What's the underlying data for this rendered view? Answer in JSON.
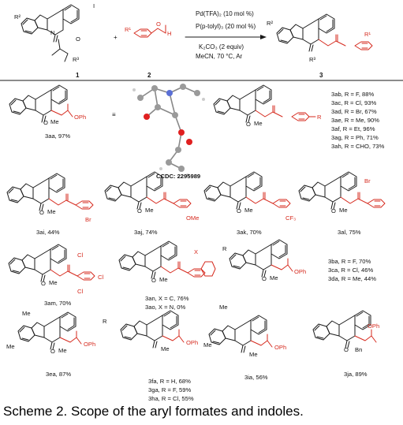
{
  "scheme": {
    "numbers": {
      "c1": "1",
      "c2": "2",
      "c3": "3"
    },
    "conditions": [
      "Pd(TFA)₂ (10 mol %)",
      "P(p-tolyl)₃ (20 mol %)",
      "K₂CO₃ (2 equiv)",
      "MeCN, 70 °C, Ar"
    ],
    "plus": "+",
    "r1_reagent": "R¹",
    "r2_reagent": "R²",
    "r3_reagent": "R³",
    "iodo": "I",
    "n_atom": "N",
    "o_atom": "O",
    "h_atom": "H"
  },
  "products": [
    {
      "id": "3aa",
      "yield": "97%",
      "label": "3aa, 97%"
    },
    {
      "id": "3ai",
      "label": "3ai, 44%",
      "substituent": "Br"
    },
    {
      "id": "3aj",
      "label": "3aj, 74%",
      "substituent": "OMe"
    },
    {
      "id": "3ak",
      "label": "3ak, 70%",
      "substituent": "CF₃"
    },
    {
      "id": "3al",
      "label": "3al, 75%",
      "substituent": "Br"
    },
    {
      "id": "3am",
      "label": "3am, 70%",
      "substituent": "Cl"
    },
    {
      "id": "3ea",
      "label": "3ea, 87%"
    },
    {
      "id": "3ia",
      "label": "3ia, 56%"
    },
    {
      "id": "3ja",
      "label": "3ja, 89%",
      "substituent": "Bn"
    }
  ],
  "crystal": {
    "label": "CCDC: 2295989",
    "equiv": "≡"
  },
  "series_ab": [
    "3ab, R = F, 88%",
    "3ac, R = Cl, 93%",
    "3ad, R = Br, 67%",
    "3ae, R = Me, 90%",
    "3af, R = Et, 96%",
    "3ag, R = Ph, 71%",
    "3ah, R = CHO, 73%"
  ],
  "series_an": [
    "3an, X = C, 76%",
    "3ao, X = N, 0%"
  ],
  "series_ba": [
    "3ba, R = F, 70%",
    "3ca, R = Cl, 46%",
    "3da, R = Me, 44%"
  ],
  "series_fa": [
    "3fa, R = H, 68%",
    "3ga, R = F, 59%",
    "3ha, R = Cl, 55%"
  ],
  "atoms": {
    "N": "N",
    "O": "O",
    "Me": "Me",
    "OPh": "OPh",
    "R": "R",
    "X": "X",
    "Cl": "Cl",
    "Bn": "Bn"
  },
  "colors": {
    "red": "#d62a1e",
    "black": "#1a1a1a"
  },
  "caption": "Scheme 2. Scope of the aryl formates and indoles."
}
